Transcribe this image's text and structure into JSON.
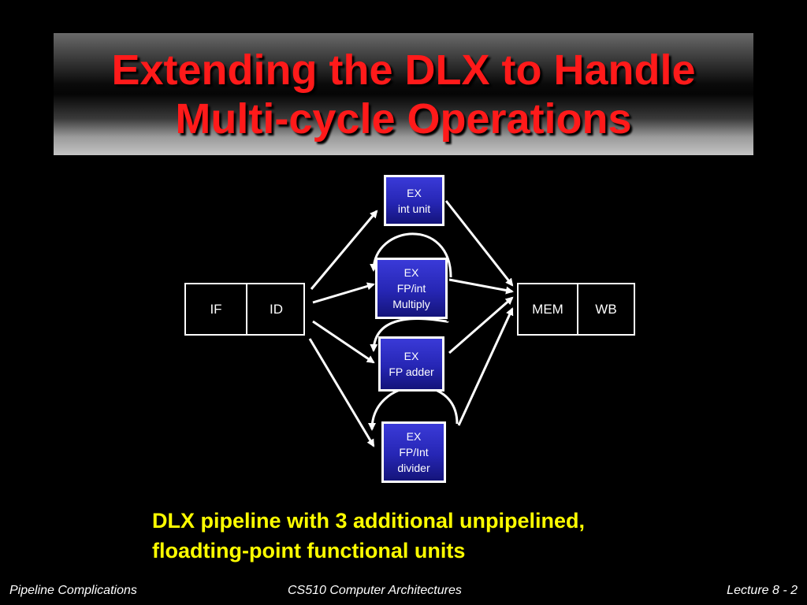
{
  "title": {
    "line1": "Extending the DLX to Handle",
    "line2": "Multi-cycle Operations"
  },
  "pipeline": {
    "front": [
      "IF",
      "ID"
    ],
    "back": [
      "MEM",
      "WB"
    ]
  },
  "units": [
    {
      "label": "EX",
      "sub1": "int unit",
      "sub2": ""
    },
    {
      "label": "EX",
      "sub1": "FP/int",
      "sub2": "Multiply"
    },
    {
      "label": "EX",
      "sub1": "FP adder",
      "sub2": ""
    },
    {
      "label": "EX",
      "sub1": "FP/Int",
      "sub2": "divider"
    }
  ],
  "caption": {
    "line1": "DLX pipeline with 3 additional unpipelined,",
    "line2": "floadting-point functional units"
  },
  "footer": {
    "left": "Pipeline Complications",
    "center": "CS510 Computer Architectures",
    "right": "Lecture 8 - 2"
  },
  "colors": {
    "title": "#ff1a1a",
    "caption": "#ffff00",
    "unit_fill": "#2626b4",
    "background": "#000000"
  }
}
